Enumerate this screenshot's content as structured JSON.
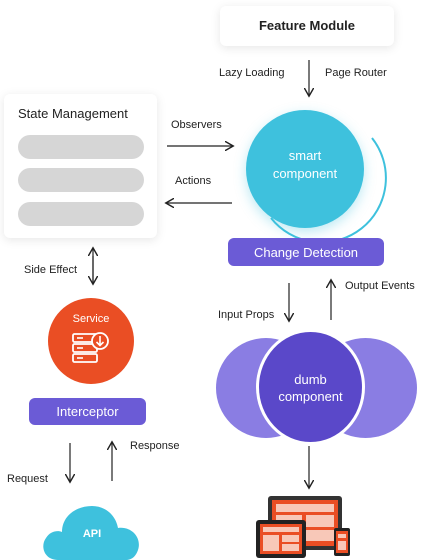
{
  "feature_module": {
    "title": "Feature Module"
  },
  "router": {
    "lazy_loading": "Lazy Loading",
    "page_router": "Page Router"
  },
  "state_management": {
    "title": "State Management"
  },
  "flow": {
    "observers": "Observers",
    "actions": "Actions"
  },
  "smart_component": {
    "line1": "smart",
    "line2": "component"
  },
  "change_detection": {
    "label": "Change Detection"
  },
  "side_effect": {
    "label": "Side Effect"
  },
  "service": {
    "label": "Service"
  },
  "props": {
    "input": "Input Props",
    "output": "Output Events"
  },
  "dumb_component": {
    "line1": "dumb",
    "line2": "component"
  },
  "interceptor": {
    "label": "Interceptor"
  },
  "http": {
    "request": "Request",
    "response": "Response"
  },
  "api": {
    "label": "API"
  },
  "colors": {
    "smart": "#3ec1dd",
    "purple": "#6b5bd6",
    "purple_light": "#7d6fe0",
    "service": "#ea4e24",
    "bar": "#d6d6d6"
  }
}
